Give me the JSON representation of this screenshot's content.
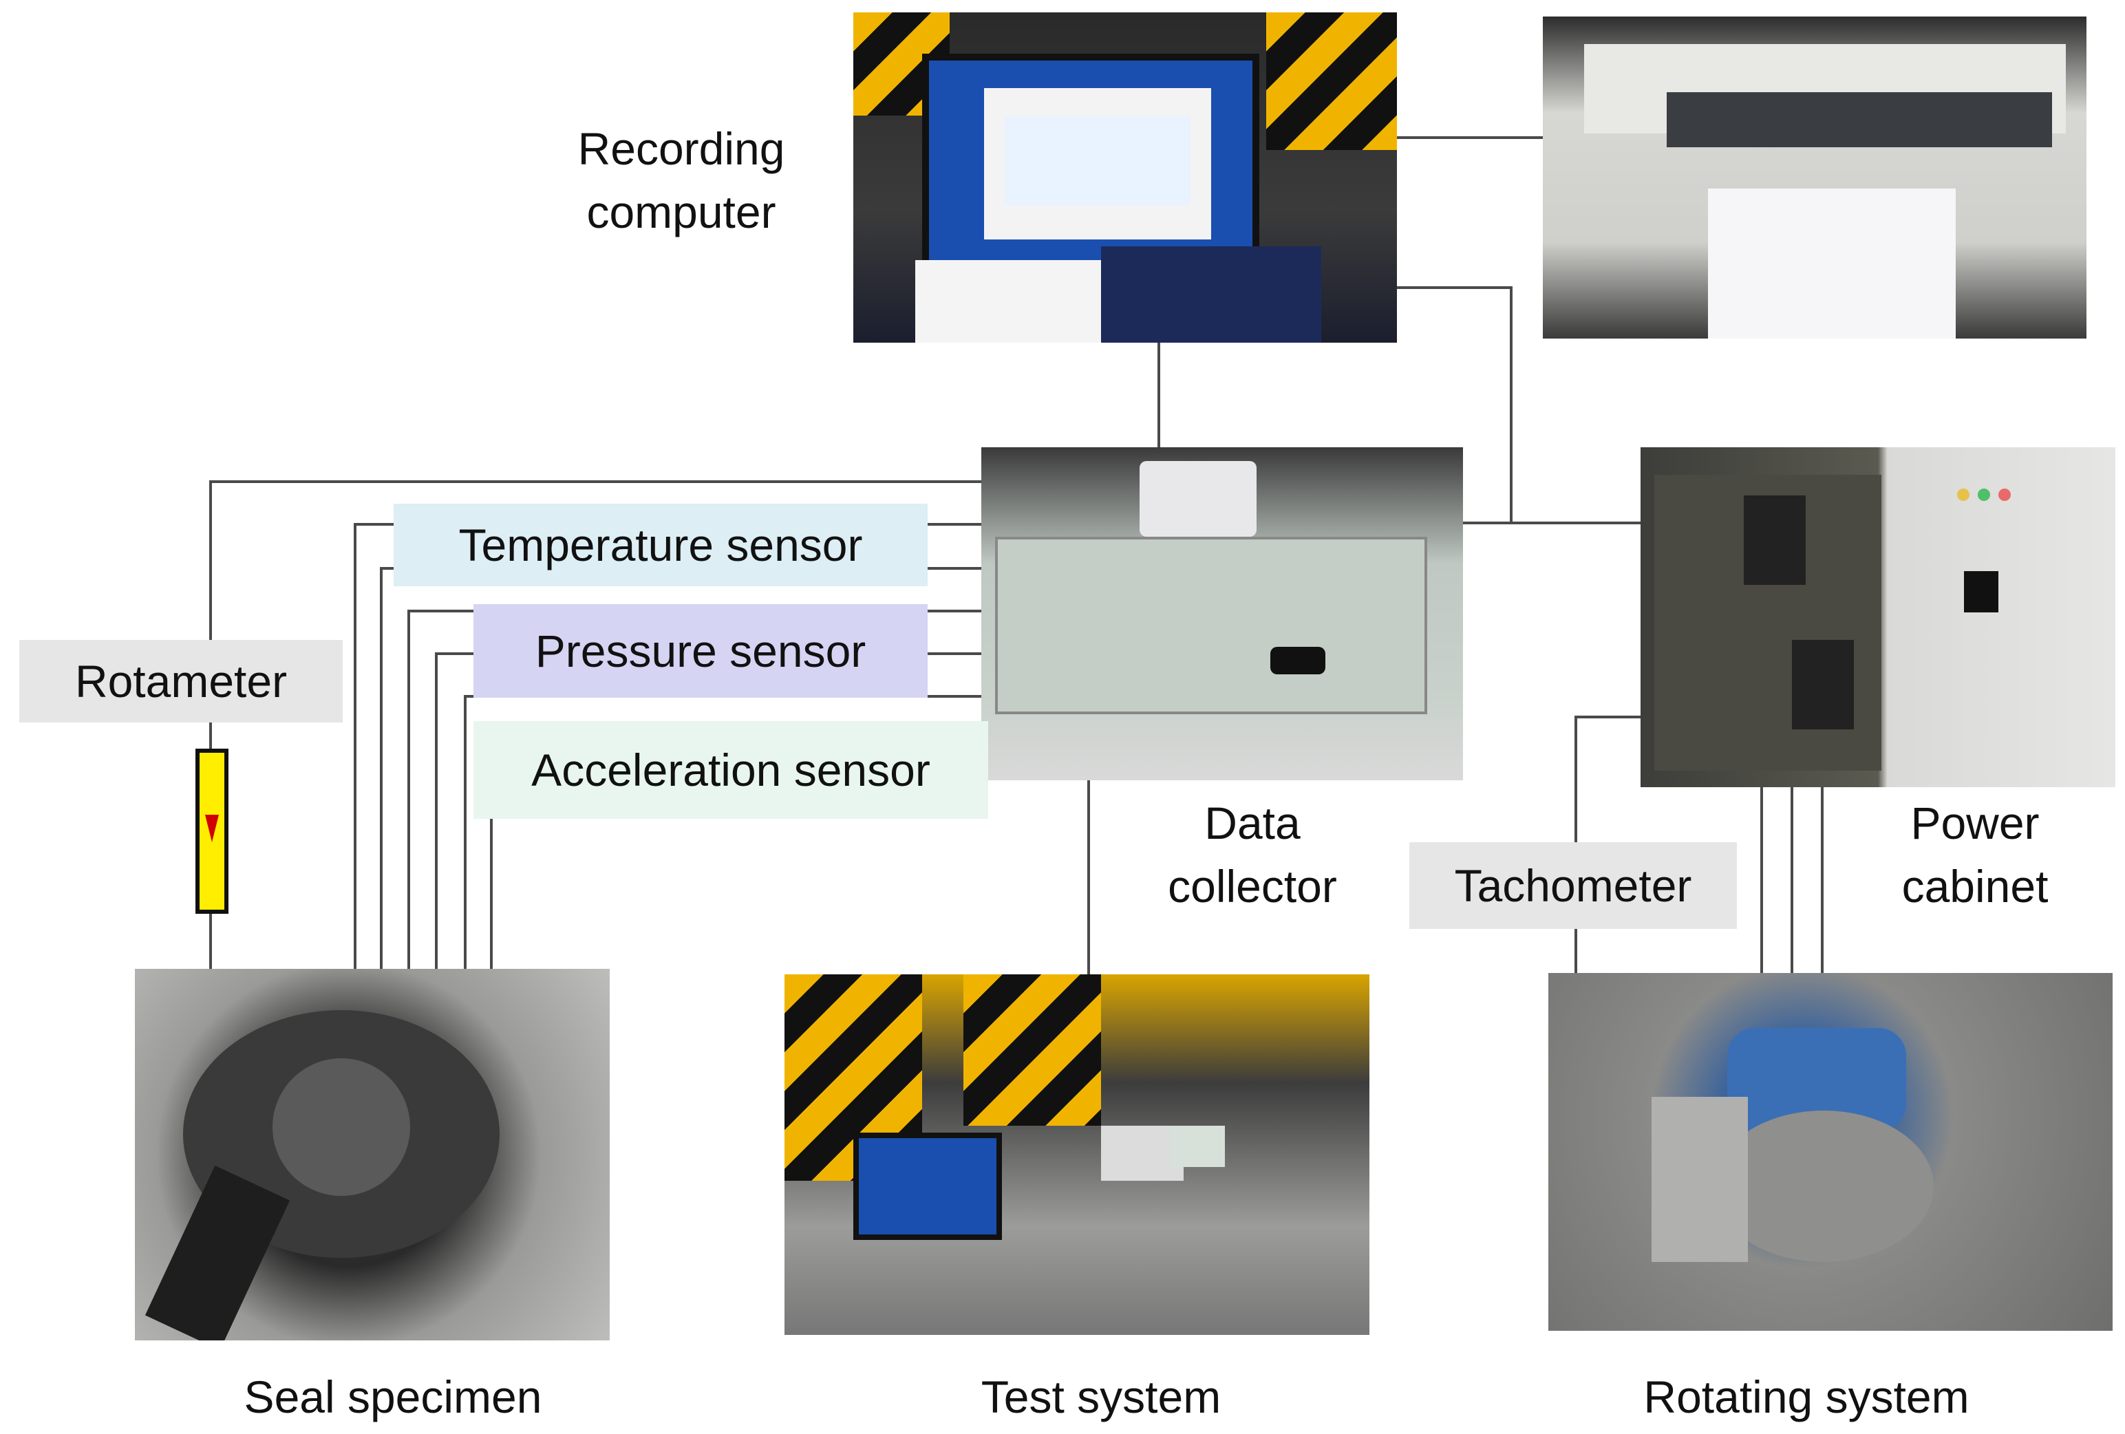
{
  "labels": {
    "recording_computer_line1": "Recording",
    "recording_computer_line2": "computer",
    "data_collector_line1": "Data",
    "data_collector_line2": "collector",
    "power_cabinet_line1": "Power",
    "power_cabinet_line2": "cabinet",
    "seal_specimen": "Seal specimen",
    "test_system": "Test system",
    "rotating_system": "Rotating system"
  },
  "sensor_boxes": {
    "temperature": {
      "label": "Temperature sensor",
      "color": "#ddeef4"
    },
    "pressure": {
      "label": "Pressure sensor",
      "color": "#d6d4f3"
    },
    "acceleration": {
      "label": "Acceleration sensor",
      "color": "#e9f6ef"
    },
    "rotameter": {
      "label": "Rotameter",
      "color": "#e6e6e6"
    },
    "tachometer": {
      "label": "Tachometer",
      "color": "#e6e6e6"
    }
  },
  "wire_color": "#4a4a4a",
  "rotameter_colors": {
    "body": "#ffee00",
    "indicator": "#d00000"
  }
}
